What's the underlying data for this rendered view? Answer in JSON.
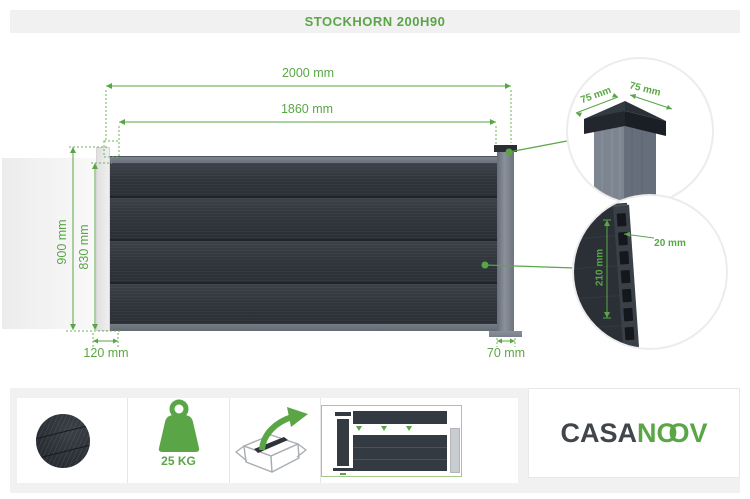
{
  "header": {
    "title": "STOCKHORN 200H90"
  },
  "colors": {
    "accent_green": "#5aa646",
    "panel_dark": "#31363d",
    "post_gray": "#7b818b",
    "light_post": "#e6e6e6",
    "assembly_border_green": "#a3ca8d",
    "header_bar_bg": "#f1f1f1"
  },
  "diagram": {
    "dims": {
      "total_width": "2000 mm",
      "panel_width": "1860 mm",
      "total_height": "900 mm",
      "panel_height": "830 mm",
      "left_offset": "120 mm",
      "post_width": "70 mm"
    },
    "post_cap_detail": {
      "side_a": "75 mm",
      "side_b": "75 mm"
    },
    "board_detail": {
      "board_height": "210 mm",
      "board_thickness": "20 mm"
    }
  },
  "footer": {
    "weight_label": "25 KG",
    "brand": {
      "casa": "CASA",
      "n": "N",
      "o1": "O",
      "o2": "O",
      "v": "V"
    }
  },
  "icons": {
    "material_sample": "texture-circle",
    "weight": "kettlebell-icon",
    "unboxing": "open-box-arrow-icon",
    "assembly": "exploded-view-icon"
  }
}
